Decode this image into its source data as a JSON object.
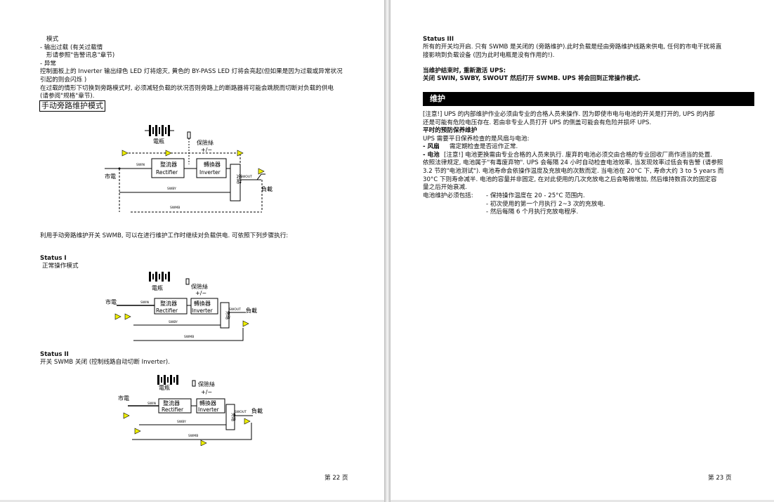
{
  "left": {
    "lines": [
      "模式",
      "-   输出过载 (有关过载情",
      "形请参照\"告警讯息\"章节)",
      "-   异常",
      "控制面板上的 Inverter 输出绿色 LED 灯将熄灭, 黄色的 BY-PASS LED 灯将会亮起(但如果是因为过载或异常状况",
      "引起的则会闪烁 )",
      "在过载的情形下切换到旁路模式时,  必须减轻负载的状况否则旁路上的断路器将可能会跳脱而切断对负载的供电",
      "(请参阅\"规格\"章节)."
    ],
    "section_title": "手动旁路维护模式",
    "intro": "利用手动旁路维护开关 SWMB, 可以在进行维护工作时继续对负载供电. 可依照下列步骤执行:",
    "status1_title": "Status I",
    "status1_desc": "正常操作模式",
    "status2_title": "Status II",
    "status2_desc": "开关 SWMB 关闭 (控制线路自动切断 Inverter).",
    "page_number": "第 22 页"
  },
  "diagrams": {
    "battery": "電瓶",
    "fuse": "保險絲",
    "plusminus": "+/−",
    "mains": "市電",
    "rectifier": "整流器",
    "rectifier_en": "Rectifier",
    "inverter": "轉換器",
    "inverter_en": "Inverter",
    "bypass": "旁路",
    "load": "負載",
    "swin": "SWIN",
    "swby": "SWBY",
    "swout": "SWOUT",
    "swmb": "SWMB"
  },
  "right": {
    "status3_title": "Status III",
    "status3_lines": [
      "所有的开关均开启. 只有 SWMB 是关闭的 (旁路维护).此时负载是经由旁路维护线路来供电, 任何的市电干扰将直",
      "接影响到负载设备 (因为此时电瓶是没有作用的!)."
    ],
    "after_line1": "当维护结束时, 重新激活 UPS:",
    "after_line2": "关闭 SWIN, SWBY, SWOUT  然后打开 SWMB. UPS 将会回到正常操作模式.",
    "maintenance_header": "维护",
    "maint_lines": [
      "[注意!]    UPS 的内部维护作业必须由专业的合格人员来操作. 因为即使市电与电池的开关是打开的, UPS 的内部",
      "还是可能有危险电压存在. 若由非专业人员打开 UPS 的侧盖可能会有危险并损坏 UPS."
    ],
    "preventive_title": "平时的预防保养维护",
    "preventive_intro": "UPS 需要平日保养检查的是风扇与电池:",
    "fan_label": "- 风扇",
    "fan_text": "需定期检查是否运作正常.",
    "battery_label": "- 电池",
    "battery_lines": [
      "[注意!]    电池更换需由专业合格的人员来执行. 废弃的电池必须交由合格的专业回收厂商作适当的处置.",
      "依照法律规定, 电池属于\"有毒废弃物\". UPS 会每隔 24 小时自动检查电池效率, 当发现效率过低会有告警 (请参照",
      "3.2 节的\"电池测试\"). 电池寿命会依操作温度及充放电的次数而定. 当电池在 20°C 下, 寿命大约 3 to 5 years  而",
      "30°C 下则寿命减半. 电池的容量并非固定, 在对此使用的几次充放电之后会略微增加, 然后维持数百次的固定容",
      "量之后开始衰减."
    ],
    "battery_maint_label": "电池维护必须包括:",
    "battery_items": [
      "-  保持操作温度在 20 - 25°C 范围内.",
      "-  初次使用的第一个月执行 2~3 次的充放电.",
      "-  然后每隔 6 个月执行充放电程序."
    ],
    "page_number": "第 23 页"
  }
}
